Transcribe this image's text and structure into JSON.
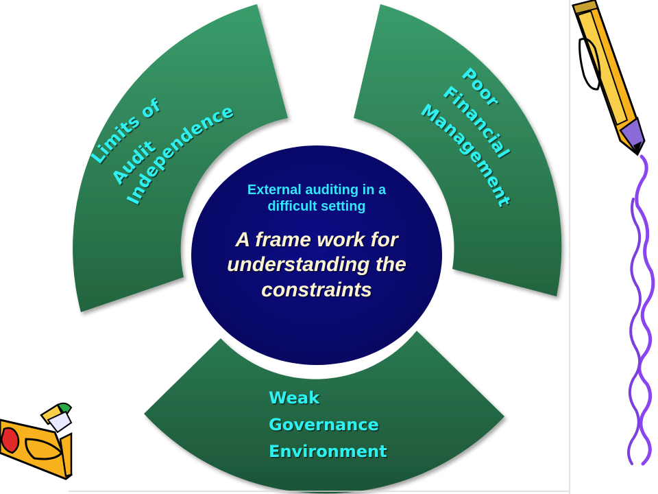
{
  "diagram": {
    "center": {
      "subtitle_line1": "External auditing  in a",
      "subtitle_line2": "difficult setting",
      "title_line1": "A frame work for",
      "title_line2": "understanding the",
      "title_line3": "constraints"
    },
    "segments": [
      {
        "id": "left",
        "lines": [
          "Limits of",
          "Audit",
          "Independence"
        ]
      },
      {
        "id": "right",
        "lines": [
          "Poor",
          "Financial",
          "Management"
        ]
      },
      {
        "id": "bottom",
        "lines": [
          "Weak",
          "Governance",
          "Environment"
        ]
      }
    ],
    "colors": {
      "segment_top": "#3a9a6a",
      "segment_bottom": "#1f5a3c",
      "center_fill": "#0a0a78",
      "label_text": "#2ff0f0",
      "center_subtitle": "#33e6ff",
      "center_title": "#fbf3d2"
    },
    "decorations": [
      "pencil-icon",
      "pencil-icon",
      "squiggle-line"
    ]
  }
}
